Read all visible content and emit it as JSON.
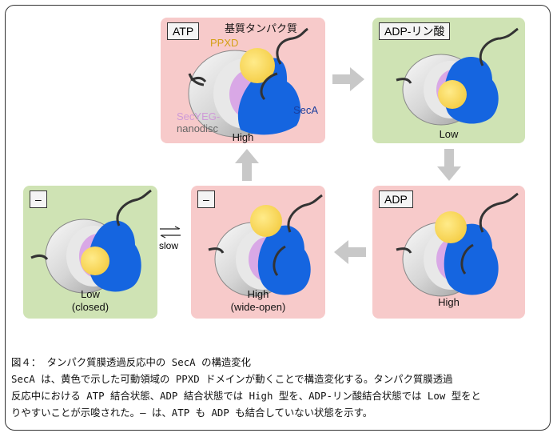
{
  "panels": {
    "atp_top": {
      "tag": "ATP",
      "state": "High"
    },
    "adp_pi": {
      "tag": "ADP-リン酸",
      "state": "Low"
    },
    "adp": {
      "tag": "ADP",
      "state": "High"
    },
    "none_mid": {
      "tag": "–",
      "state_line1": "High",
      "state_line2": "(wide-open)"
    },
    "none_left": {
      "tag": "–",
      "state_line1": "Low",
      "state_line2": "(closed)"
    }
  },
  "labels": {
    "substrate": "基質タンパク質",
    "ppxd": "PPXD",
    "seca": "SecA",
    "secyeg_line1": "SecYEG-",
    "secyeg_line2": "nanodisc",
    "slow": "slow"
  },
  "colors": {
    "pink_panel": "#f7caca",
    "green_panel": "#cfe3b4",
    "seca_blue": "#1565e0",
    "ppxd_yellow": "#fde068",
    "nanodisc_purple": "#d9a8e6",
    "ppxd_label": "#d4a017",
    "secyeg_label": "#cf9ad8",
    "seca_label": "#1a3d9c"
  },
  "caption": {
    "title": "図４： タンパク質膜透過反応中の SecA の構造変化",
    "line1": "SecA は、黄色で示した可動領域の PPXD ドメインが動くことで構造変化する。タンパク質膜透過",
    "line2": "反応中における ATP 結合状態、ADP 結合状態では High 型を、ADP-リン酸結合状態では Low 型をと",
    "line3": "りやすいことが示唆された。– は、ATP も ADP も結合していない状態を示す。"
  }
}
